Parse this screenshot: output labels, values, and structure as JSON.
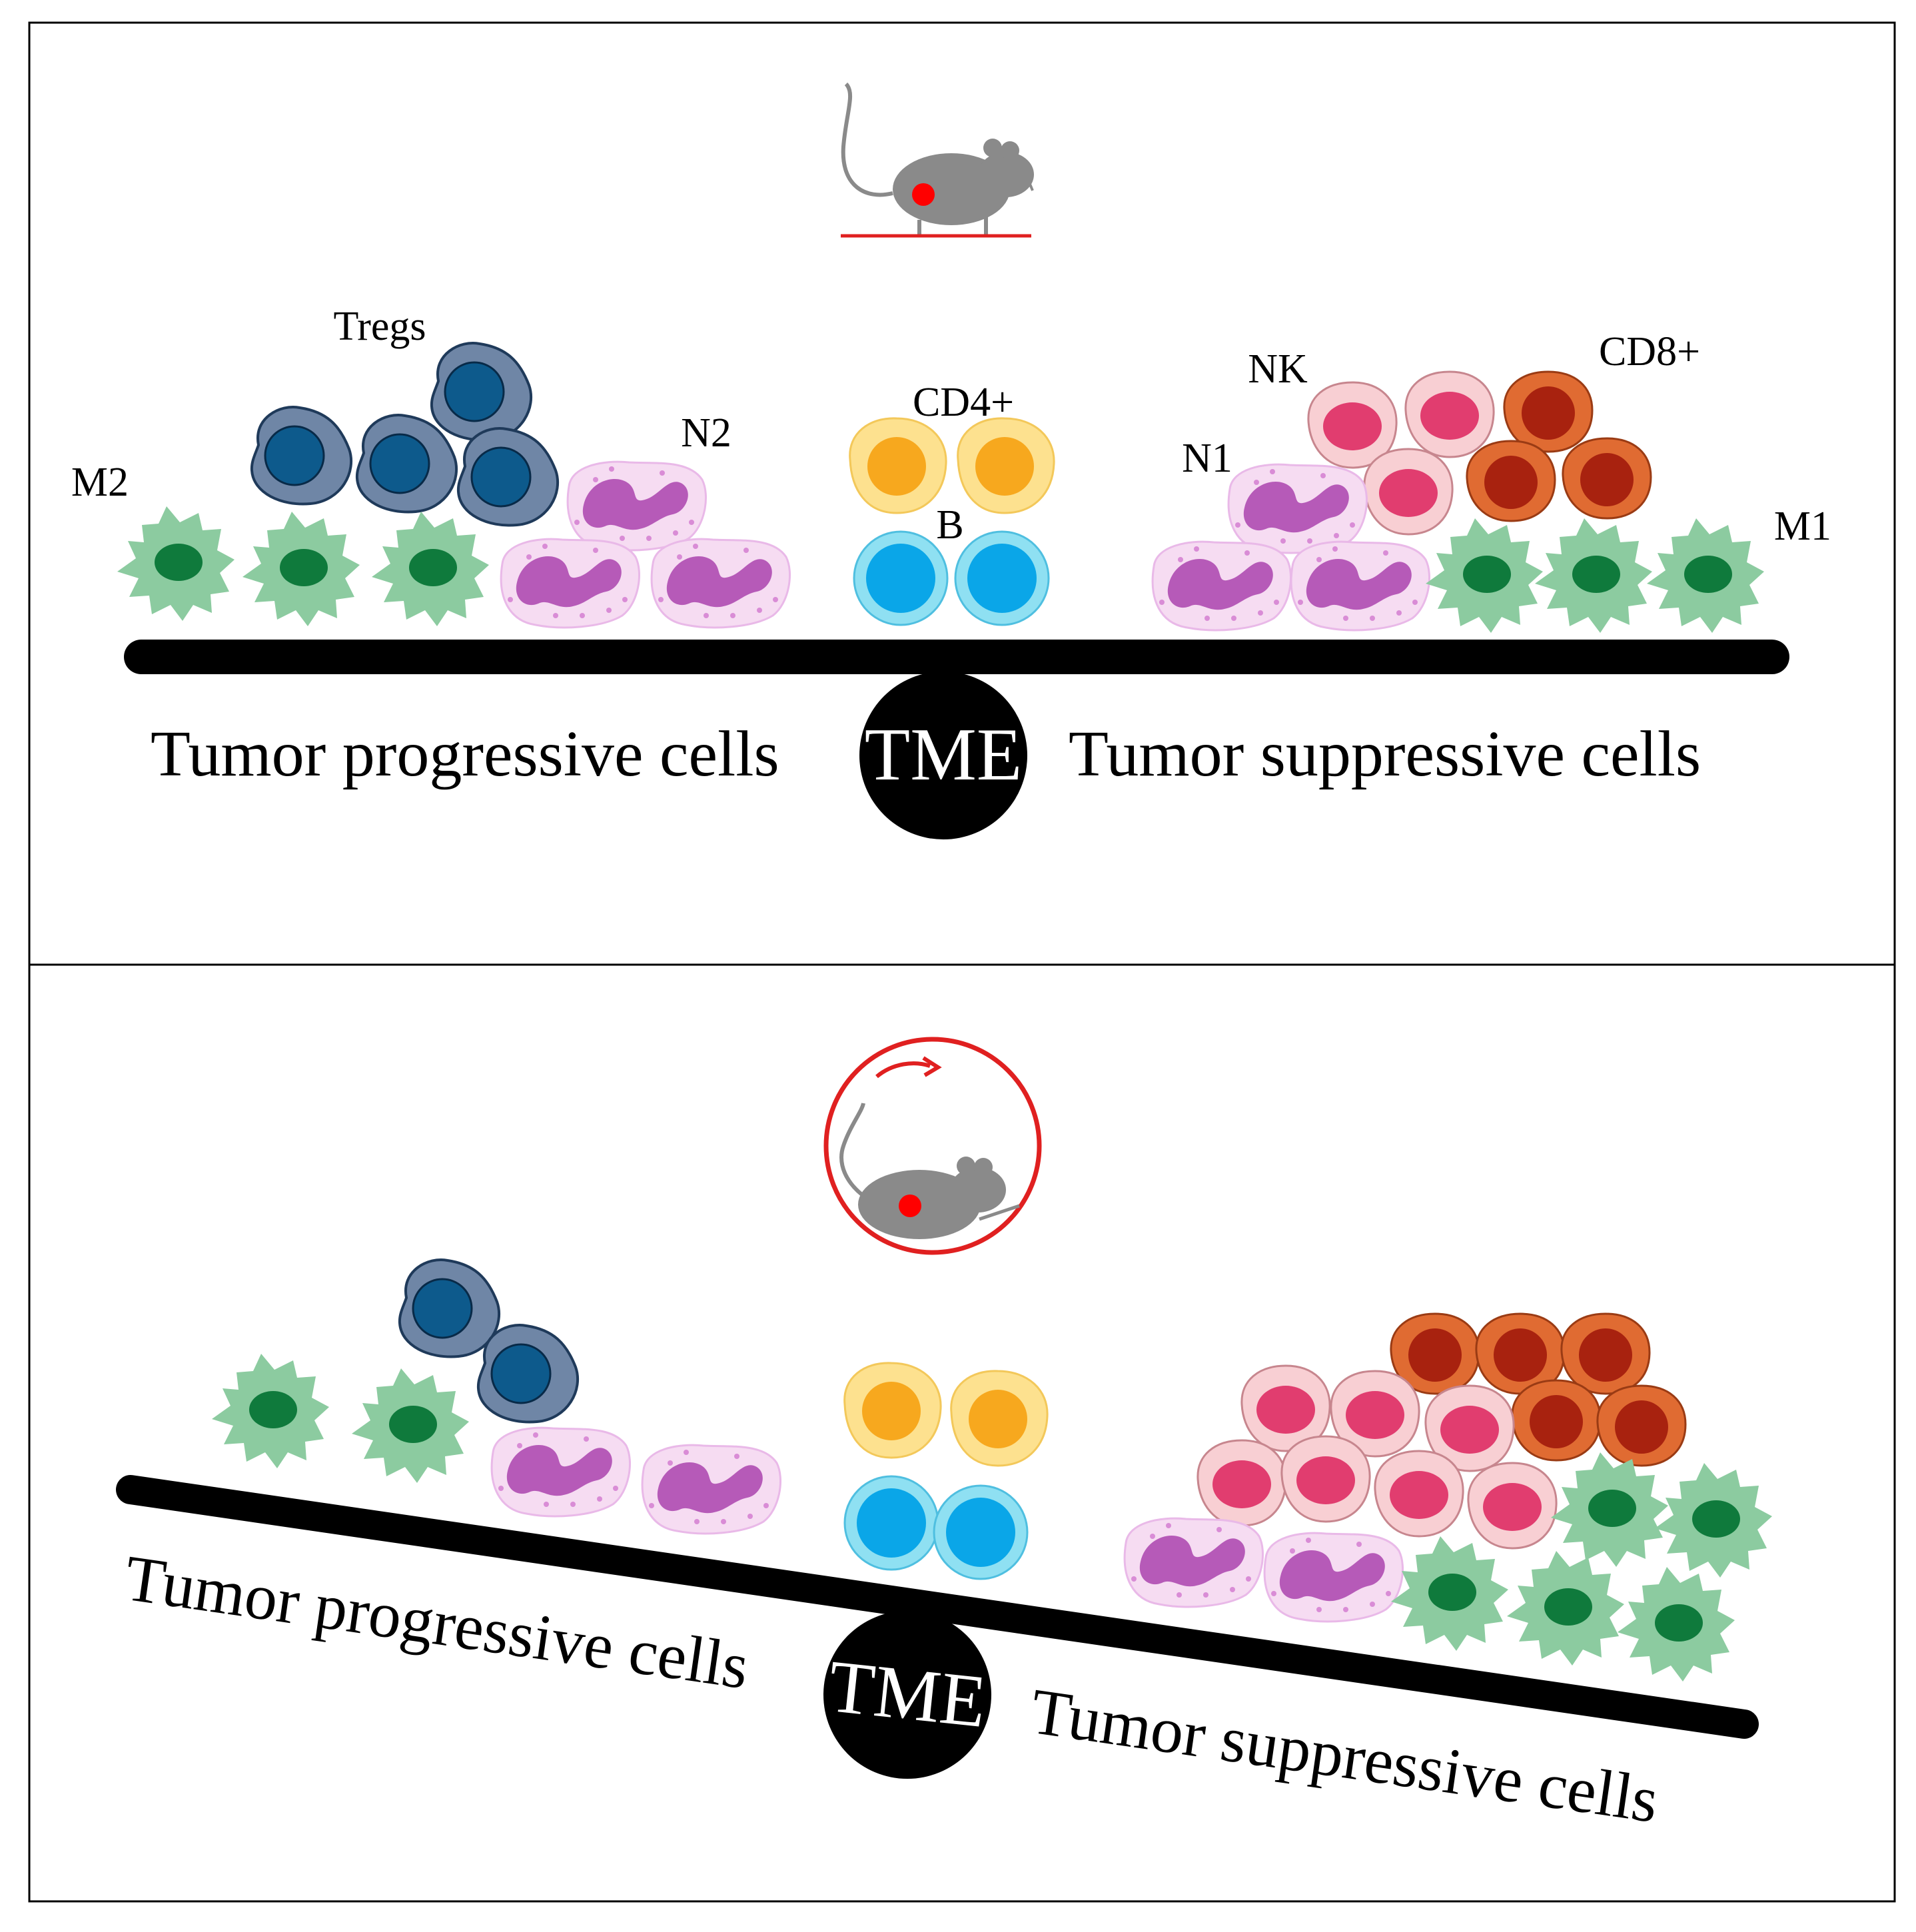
{
  "panel_top": {
    "labels": {
      "tregs": "Tregs",
      "m2": "M2",
      "n2": "N2",
      "cd4": "CD4+",
      "b": "B",
      "nk": "NK",
      "n1": "N1",
      "cd8": "CD8+",
      "m1": "M1"
    },
    "left_caption": "Tumor progressive cells",
    "fulcrum": "TME",
    "right_caption": "Tumor suppressive cells"
  },
  "panel_bottom": {
    "left_caption": "Tumor progressive cells",
    "fulcrum": "TME",
    "right_caption": "Tumor suppressive cells"
  },
  "colors": {
    "macrophage": "#8ccba0",
    "macrophage_nucleus": "#0f7a3c",
    "treg": "#6f86a6",
    "treg_nucleus": "#0d5a8c",
    "neutrophil_body": "#f6dcf2",
    "neutrophil_nucleus": "#b65ab8",
    "cd4": "#fde18f",
    "cd4_nucleus": "#f7a81e",
    "bcell": "#8fe0f2",
    "bcell_nucleus": "#0aa6e8",
    "nk": "#f8cfd3",
    "nk_nucleus": "#e13d6f",
    "cd8": "#e06b32",
    "cd8_nucleus": "#a8220f",
    "mouse": "#8a8a8a",
    "tumor_dot": "#ff0000",
    "accent_red": "#e02020"
  },
  "icons": {
    "top_mouse": "mouse-with-tumor-icon",
    "bottom_mouse": "mouse-in-wheel-icon"
  }
}
